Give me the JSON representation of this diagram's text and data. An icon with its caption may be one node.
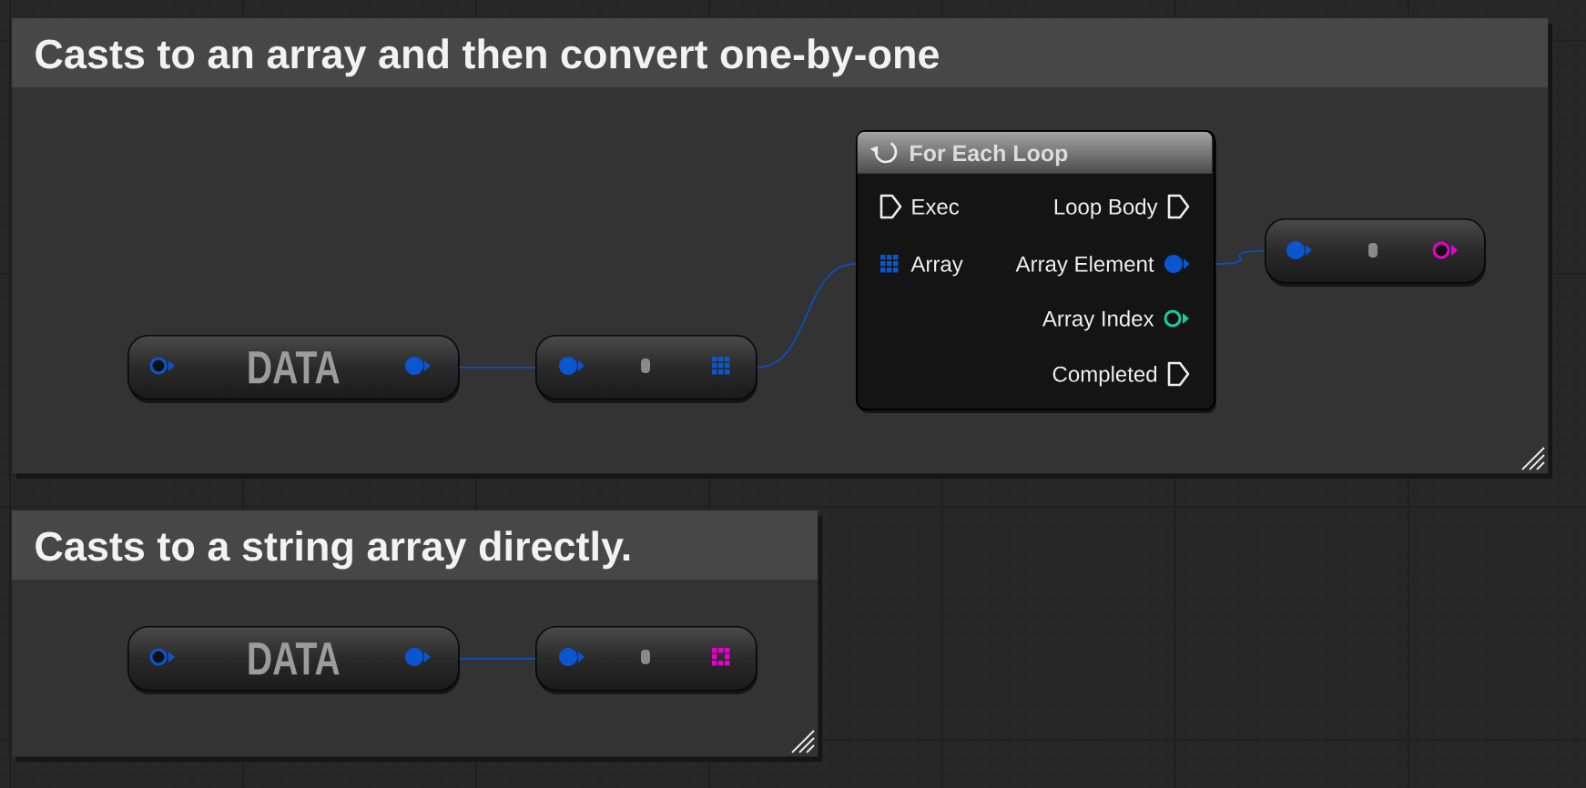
{
  "diagram": {
    "nodes": [
      {
        "text": [
          "Casts to an array and then convert one-by-one"
        ]
      },
      {
        "text": [
          "DATA"
        ],
        "in": 0
      },
      {
        "text": [],
        "shape": "box",
        "in": 0
      },
      {
        "text": [
          "For Each Loop",
          "Exec",
          "Loop Body",
          "Array",
          "Array Element",
          "Array Index",
          "Completed"
        ],
        "in": 0
      },
      {
        "text": [],
        "shape": "box",
        "in": 0
      },
      {
        "text": [
          "Casts to a string array directly."
        ]
      },
      {
        "text": [
          "DATA"
        ],
        "in": 5
      },
      {
        "text": [],
        "shape": "box",
        "in": 5
      }
    ],
    "edges": [
      {
        "from": 1,
        "to": 2,
        "arrow": "none"
      },
      {
        "from": 2,
        "to": 3,
        "arrow": "none"
      },
      {
        "from": 3,
        "to": 4,
        "arrow": "none"
      },
      {
        "from": 6,
        "to": 7,
        "arrow": "none"
      }
    ]
  }
}
